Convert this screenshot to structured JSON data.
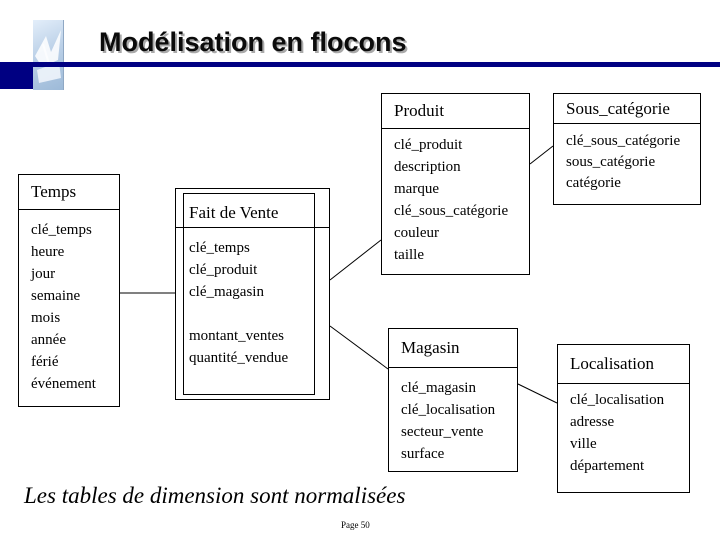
{
  "slide": {
    "title": "Modélisation en flocons",
    "footer_note": "Les tables de dimension sont normalisées",
    "page_label": "Page 50"
  },
  "diagram": {
    "entities": [
      {
        "id": "temps",
        "title": "Temps",
        "fields": [
          "clé_temps",
          "heure",
          "jour",
          "semaine",
          "mois",
          "année",
          "férié",
          "événement"
        ]
      },
      {
        "id": "fait_de_vente",
        "title": "Fait de Vente",
        "fields": [
          "clé_temps",
          "clé_produit",
          "clé_magasin",
          "",
          "montant_ventes",
          "quantité_vendue"
        ]
      },
      {
        "id": "produit",
        "title": "Produit",
        "fields": [
          "clé_produit",
          "description",
          "marque",
          "clé_sous_catégorie",
          "couleur",
          "taille"
        ]
      },
      {
        "id": "sous_categorie",
        "title": "Sous_catégorie",
        "fields": [
          "clé_sous_catégorie",
          "sous_catégorie",
          "catégorie"
        ]
      },
      {
        "id": "magasin",
        "title": "Magasin",
        "fields": [
          "clé_magasin",
          "clé_localisation",
          "secteur_vente",
          "surface"
        ]
      },
      {
        "id": "localisation",
        "title": "Localisation",
        "fields": [
          "clé_localisation",
          "adresse",
          "ville",
          "département"
        ]
      }
    ],
    "relationships": [
      "Temps–Fait de Vente",
      "Fait de Vente–Produit",
      "Fait de Vente–Magasin",
      "Produit–Sous_catégorie",
      "Magasin–Localisation"
    ]
  },
  "colors": {
    "accent_navy": "#000082",
    "logo_blue": "#bcd1e8",
    "title_shadow": "#a9a9a9"
  }
}
